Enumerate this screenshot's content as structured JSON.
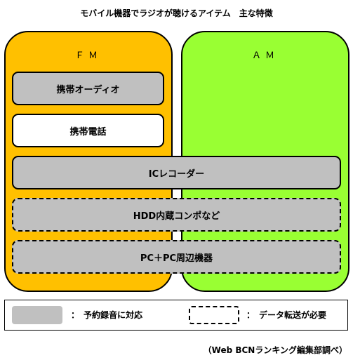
{
  "title": "モバイル機器でラジオが聴けるアイテム　主な特徴",
  "panels": {
    "fm": {
      "label": "ＦＭ",
      "color": "#ffc000"
    },
    "am": {
      "label": "ＡＭ",
      "color": "#99ff33"
    }
  },
  "items": {
    "portable_audio": "携帯オーディオ",
    "mobile_phone": "携帯電話",
    "ic_recorder": "ICレコーダー",
    "hdd_combo": "HDD内蔵コンポなど",
    "pc_peripherals": "PC＋PC周辺機器"
  },
  "legend": {
    "recording_text": "：　予約録音に対応",
    "data_transfer_text": "：　データ転送が必要"
  },
  "source": "（Web BCNランキング編集部調べ）",
  "colors": {
    "gray_box": "#c0c0c0",
    "fm_panel": "#ffc000",
    "am_panel": "#99ff33"
  }
}
